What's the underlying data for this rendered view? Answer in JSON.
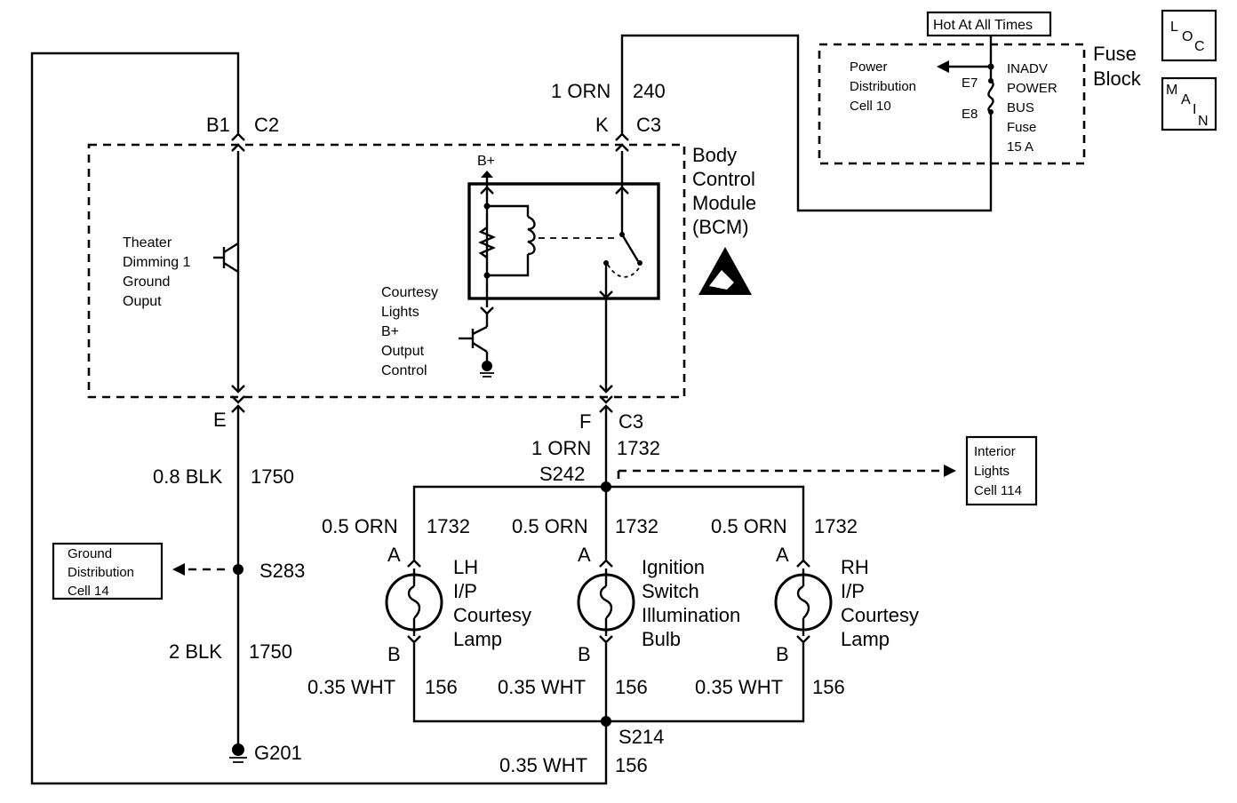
{
  "header": {
    "hot_label": "Hot At All Times",
    "fuse_block": [
      "Fuse",
      "Block"
    ],
    "loc": [
      "L",
      "O",
      "C"
    ],
    "main": [
      "M",
      "A",
      "I",
      "N"
    ]
  },
  "fuse_block_box": {
    "power_dist": [
      "Power",
      "Distribution",
      "Cell 10"
    ],
    "fuse_name": [
      "INADV",
      "POWER",
      "BUS",
      "Fuse",
      "15 A"
    ],
    "pin_e7": "E7",
    "pin_e8": "E8"
  },
  "bcm": {
    "title": [
      "Body",
      "Control",
      "Module",
      "(BCM)"
    ],
    "b_plus": "B+",
    "theater": [
      "Theater",
      "Dimming 1",
      "Ground",
      "Ouput"
    ],
    "courtesy": [
      "Courtesy",
      "Lights",
      "B+",
      "Output",
      "Control"
    ]
  },
  "connectors": {
    "b1": "B1",
    "c2": "C2",
    "k": "K",
    "c3_top": "C3",
    "e": "E",
    "f": "F",
    "c3_bottom": "C3"
  },
  "wires": {
    "top_color": "1 ORN",
    "top_circuit": "240",
    "f_color": "1 ORN",
    "f_circuit": "1732",
    "ground1_color": "0.8 BLK",
    "ground1_circuit": "1750",
    "ground2_color": "2 BLK",
    "ground2_circuit": "1750",
    "lamp_color": "0.5 ORN",
    "lamp_circuit": "1732",
    "return_color": "0.35 WHT",
    "return_circuit": "156"
  },
  "splices": {
    "s242": "S242",
    "s283": "S283",
    "s214": "S214",
    "g201": "G201"
  },
  "references": {
    "interior": [
      "Interior",
      "Lights",
      "Cell 114"
    ],
    "ground_dist": [
      "Ground",
      "Distribution",
      "Cell 14"
    ]
  },
  "lamps": [
    {
      "pin_a": "A",
      "pin_b": "B",
      "name": [
        "LH",
        "I/P",
        "Courtesy",
        "Lamp"
      ]
    },
    {
      "pin_a": "A",
      "pin_b": "B",
      "name": [
        "Ignition",
        "Switch",
        "Illumination",
        "Bulb"
      ]
    },
    {
      "pin_a": "A",
      "pin_b": "B",
      "name": [
        "RH",
        "I/P",
        "Courtesy",
        "Lamp"
      ]
    }
  ]
}
